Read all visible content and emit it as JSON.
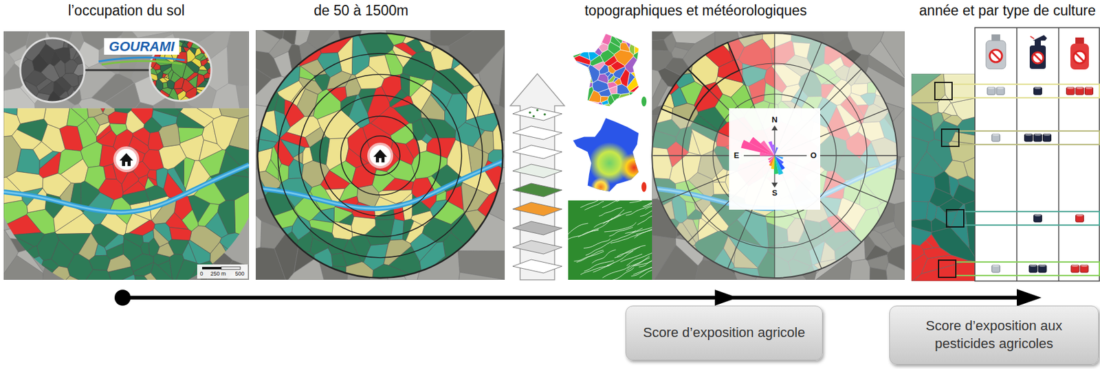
{
  "diagram": {
    "nodes": [
      {
        "text": [
          "Score d’exposition agricole"
        ]
      },
      {
        "text": [
          "Score d’exposition aux pesticides agricoles"
        ]
      }
    ],
    "labels": [
      "l’occupation du sol",
      "de 50 à 1500m",
      "topographiques et météorologiques",
      "année et par type de culture",
      "GOURAMI",
      "0",
      "250 m",
      "500",
      "N",
      "E",
      "O",
      "S"
    ]
  }
}
